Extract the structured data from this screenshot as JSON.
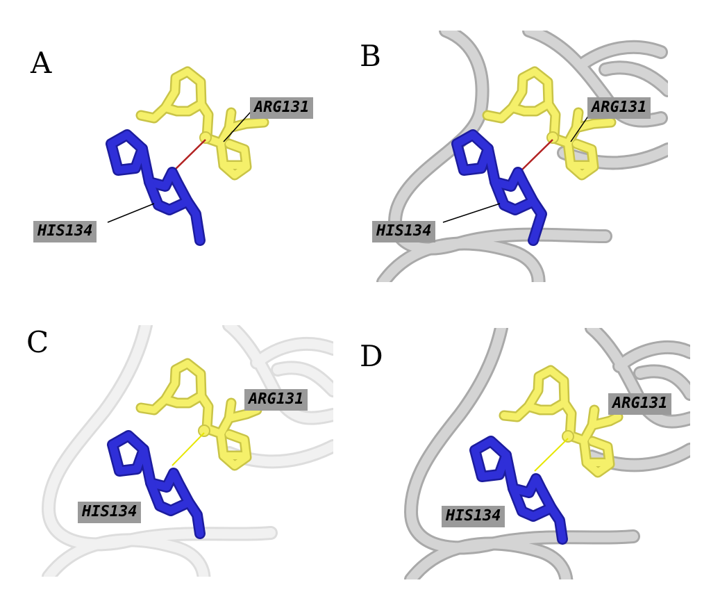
{
  "panels": [
    {
      "letter": "A",
      "label_arg": "ARG131",
      "label_his": "HIS134",
      "backbone": "none",
      "contact_color": "#b22222"
    },
    {
      "letter": "B",
      "label_arg": "ARG131",
      "label_his": "HIS134",
      "backbone": "opaque",
      "contact_color": "#b22222"
    },
    {
      "letter": "C",
      "label_arg": "ARG131",
      "label_his": "HIS134",
      "backbone": "faded",
      "contact_color": "#e6e600"
    },
    {
      "letter": "D",
      "label_arg": "ARG131",
      "label_his": "HIS134",
      "backbone": "opaque",
      "contact_color": "#e6e600"
    }
  ],
  "colors": {
    "arg_stick": "#f5f06a",
    "arg_stick_shade": "#c9c447",
    "his_stick": "#2f2fd8",
    "his_stick_shade": "#1c1c9e",
    "backbone": "#d4d4d4",
    "backbone_edge": "#a9a9a9",
    "label_bg": "#9a9a9a"
  }
}
